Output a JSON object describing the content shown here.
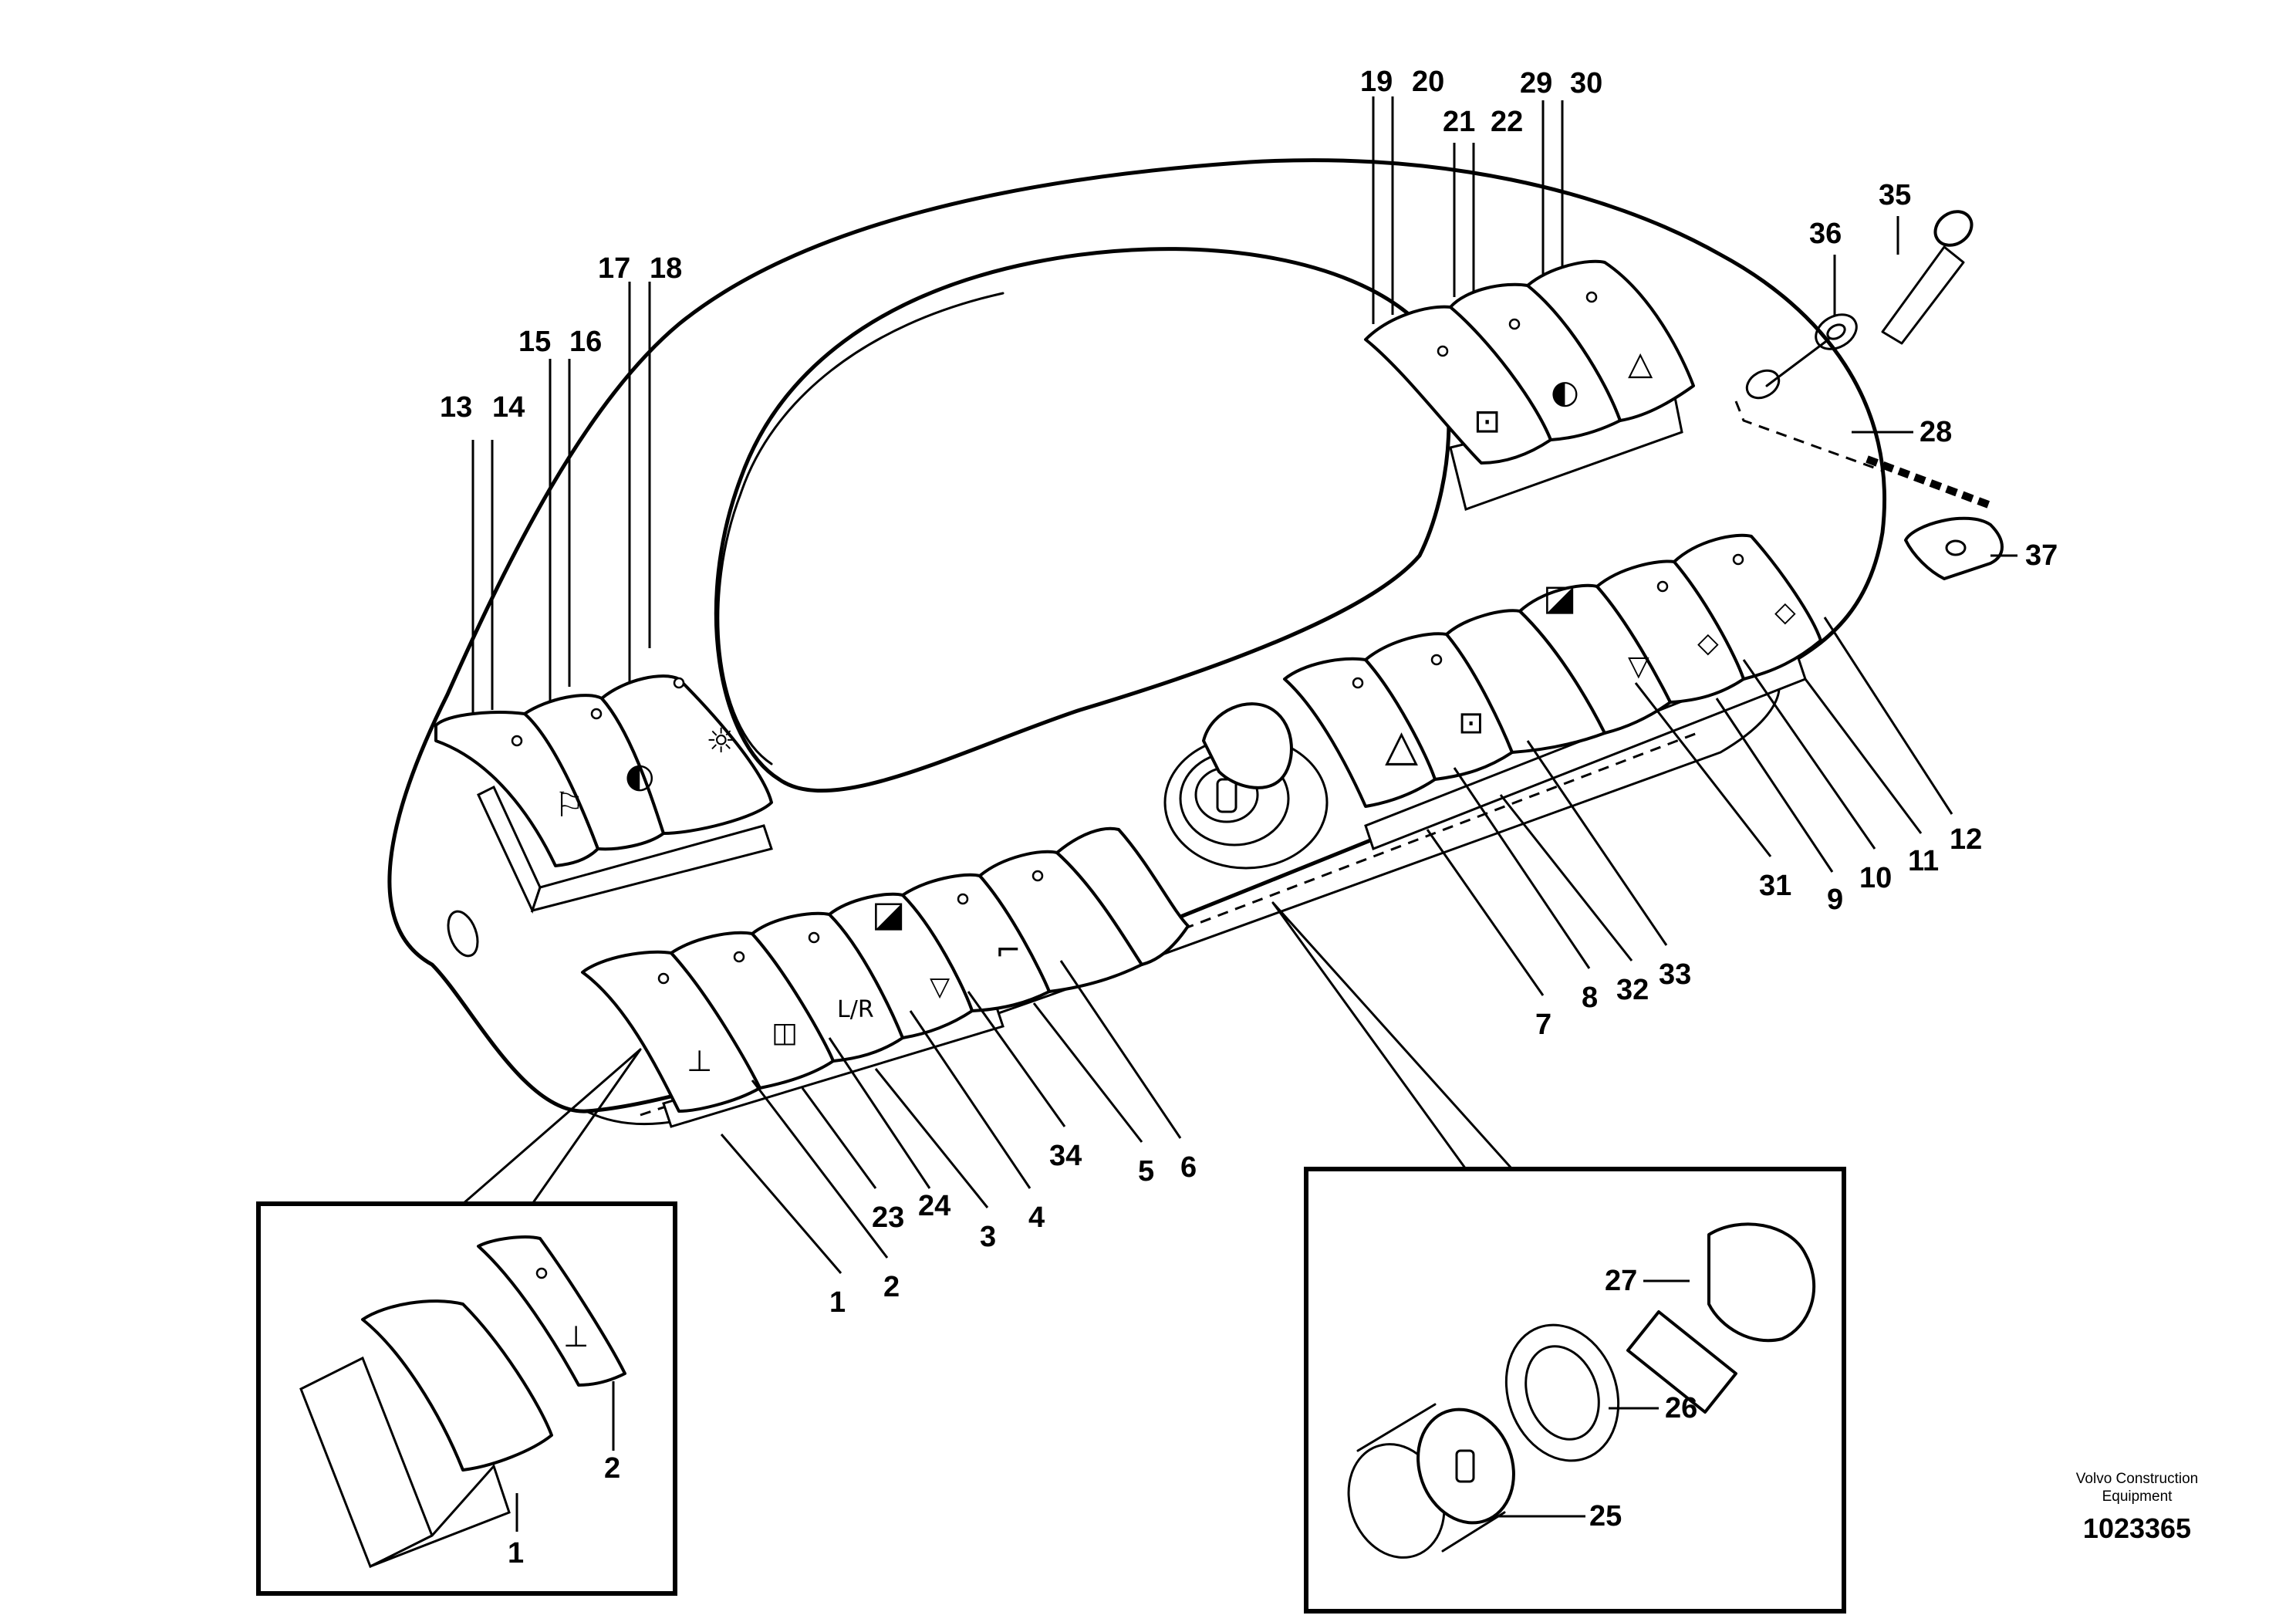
{
  "callouts": [
    "1",
    "2",
    "3",
    "4",
    "5",
    "6",
    "7",
    "8",
    "9",
    "10",
    "11",
    "12",
    "13",
    "14",
    "15",
    "16",
    "17",
    "18",
    "19",
    "20",
    "21",
    "22",
    "23",
    "24",
    "25",
    "26",
    "27",
    "28",
    "29",
    "30",
    "31",
    "32",
    "33",
    "34",
    "35",
    "36",
    "37"
  ],
  "inset_left_callouts": [
    "1",
    "2"
  ],
  "inset_right_callouts": [
    "25",
    "26",
    "27"
  ],
  "caption": {
    "manufacturer": "Volvo Construction\nEquipment",
    "drawing_number": "1023365"
  }
}
